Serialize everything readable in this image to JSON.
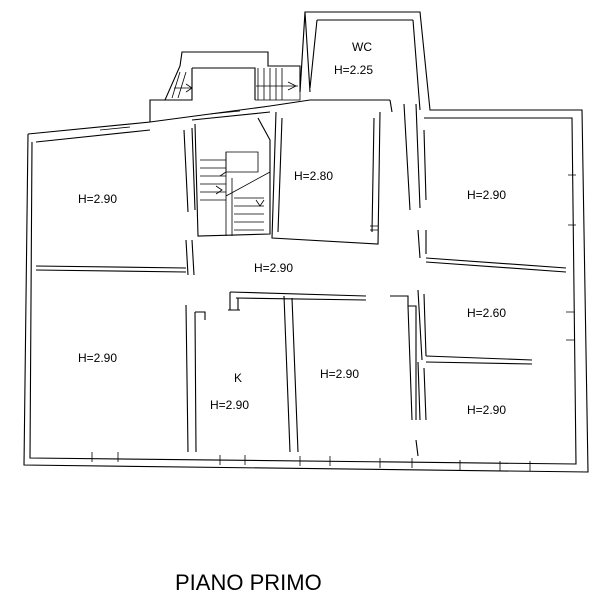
{
  "title": "PIANO PRIMO",
  "rooms": [
    {
      "id": "wc",
      "name": "WC",
      "height": "H=2.25"
    },
    {
      "id": "bath",
      "name": "",
      "height": "H=2.80"
    },
    {
      "id": "nw",
      "name": "",
      "height": "H=2.90"
    },
    {
      "id": "ne",
      "name": "",
      "height": "H=2.90"
    },
    {
      "id": "corridor",
      "name": "",
      "height": "H=2.90"
    },
    {
      "id": "sw",
      "name": "",
      "height": "H=2.90"
    },
    {
      "id": "kitchen",
      "name": "K",
      "height": "H=2.90"
    },
    {
      "id": "south-mid",
      "name": "",
      "height": "H=2.90"
    },
    {
      "id": "e-mid",
      "name": "",
      "height": "H=2.60"
    },
    {
      "id": "se",
      "name": "",
      "height": "H=2.90"
    }
  ]
}
